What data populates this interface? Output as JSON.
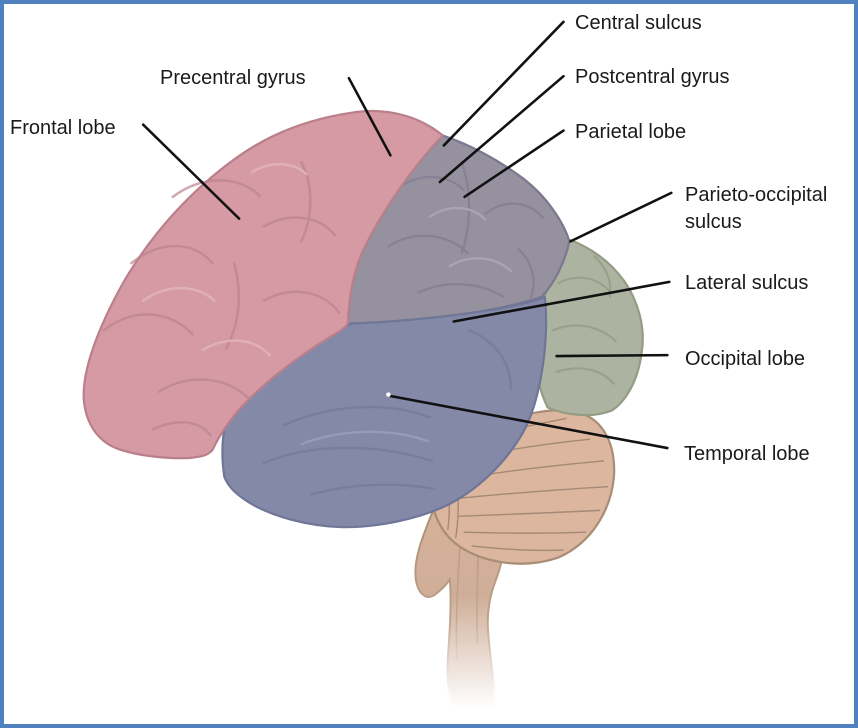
{
  "figure": {
    "background": "#ffffff",
    "frame_color": "#4e81bd"
  },
  "labels": {
    "frontal": "Frontal lobe",
    "precentral": "Precentral gyrus",
    "central_sulcus": "Central sulcus",
    "postcentral": "Postcentral gyrus",
    "parietal": "Parietal lobe",
    "parieto_occipital": "Parieto-occipital sulcus",
    "lateral_sulcus": "Lateral sulcus",
    "occipital": "Occipital lobe",
    "temporal": "Temporal lobe"
  },
  "colors": {
    "frontal_lobe": "#d59aa3",
    "frontal_outline": "#b9808c",
    "parietal_lobe": "#96919f",
    "parietal_outline": "#7d7790",
    "temporal_lobe": "#8489a8",
    "temporal_outline": "#6f7697",
    "occipital_lobe": "#adb3a1",
    "occipital_outline": "#949c83",
    "cerebellum": "#dcb69e",
    "cerebellum_outline": "#a98d77",
    "cerebellum_detail": "#9b8270",
    "brainstem": "#d8b29a",
    "label_text": "#1a1a1a",
    "leader_line": "#111111"
  }
}
